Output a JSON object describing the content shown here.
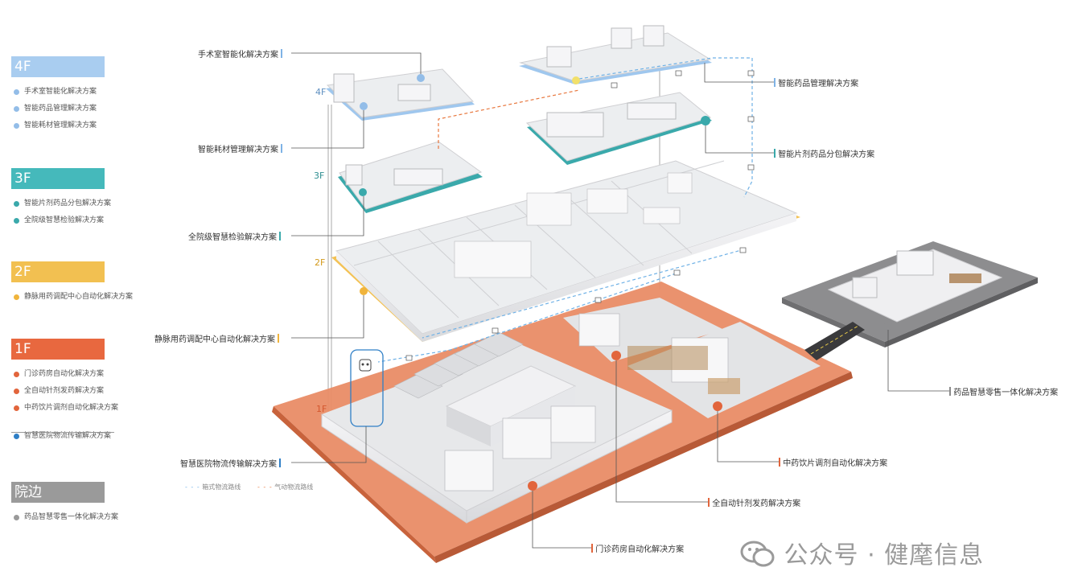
{
  "legend": {
    "floors": [
      {
        "tag": "4F",
        "color": "#a9cdf0",
        "dot": "#93bde8",
        "items": [
          "手术室智能化解决方案",
          "智能药品管理解决方案",
          "智能耗材管理解决方案"
        ]
      },
      {
        "tag": "3F",
        "color": "#45b9bb",
        "dot": "#3aa9ab",
        "items": [
          "智能片剂药品分包解决方案",
          "全院级智慧检验解决方案"
        ]
      },
      {
        "tag": "2F",
        "color": "#f2c051",
        "dot": "#f0b43c",
        "items": [
          "静脉用药调配中心自动化解决方案"
        ]
      },
      {
        "tag": "1F",
        "color": "#e8683f",
        "dot": "#e2653c",
        "items": [
          "门诊药房自动化解决方案",
          "全自动针剂发药解决方案",
          "中药饮片调剂自动化解决方案"
        ]
      }
    ],
    "extra_item": {
      "label": "智慧医院物流传输解决方案",
      "dot": "#2f7fc6"
    },
    "yard": {
      "tag": "院边",
      "color": "#9a9a9a",
      "dot": "#9a9a9a",
      "items": [
        "药品智慧零售一体化解决方案"
      ]
    }
  },
  "callouts": {
    "or": "手术室智能化解决方案",
    "consumables": "智能耗材管理解决方案",
    "lab": "全院级智慧检验解决方案",
    "iv": "静脉用药调配中心自动化解决方案",
    "logistics": "智慧医院物流传输解决方案",
    "drug_mgmt": "智能药品管理解决方案",
    "tablet": "智能片剂药品分包解决方案",
    "retail": "药品智慧零售一体化解决方案",
    "tcm": "中药饮片调剂自动化解决方案",
    "injection": "全自动针剂发药解决方案",
    "outpatient": "门诊药房自动化解决方案"
  },
  "floor_labels": {
    "f4": "4F",
    "f3": "3F",
    "f2": "2F",
    "f1": "1F"
  },
  "route_legend": {
    "box": "箱式物流路线",
    "pneumatic": "气动物流路线"
  },
  "watermark": "公众号 · 健麾信息",
  "colors": {
    "blue": "#7fb3e6",
    "teal": "#3aa9ab",
    "yellow": "#f0b43c",
    "orange": "#e2653c",
    "logistics": "#2f7fc6",
    "gray": "#8a8a8a"
  }
}
